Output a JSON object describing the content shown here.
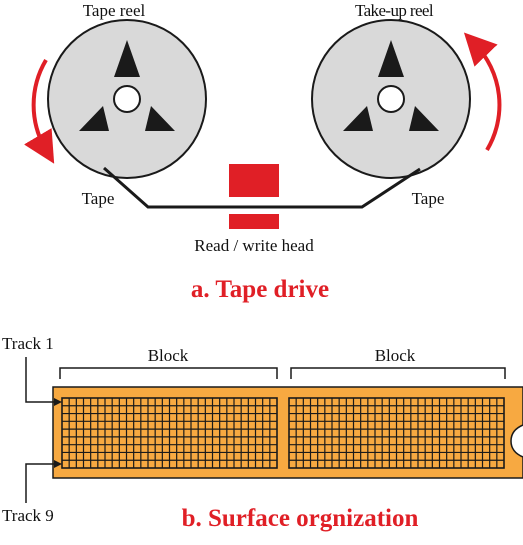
{
  "tape_drive": {
    "reel_left_label": "Tape reel",
    "reel_right_label": "Take-up reel",
    "tape_left_label": "Tape",
    "tape_right_label": "Tape",
    "head_label": "Read / write head",
    "caption": "a. Tape drive"
  },
  "surface": {
    "block_left_label": "Block",
    "block_right_label": "Block",
    "track_top_label": "Track 1",
    "track_bottom_label": "Track 9",
    "caption": "b. Surface orgnization",
    "rows": 9
  },
  "colors": {
    "reel_fill": "#d9d9d9",
    "arrow": "#e01f26",
    "head": "#e01f26",
    "tape_surface": "#f7a941",
    "grid": "#1a1a1a",
    "caption": "#e01f26"
  }
}
